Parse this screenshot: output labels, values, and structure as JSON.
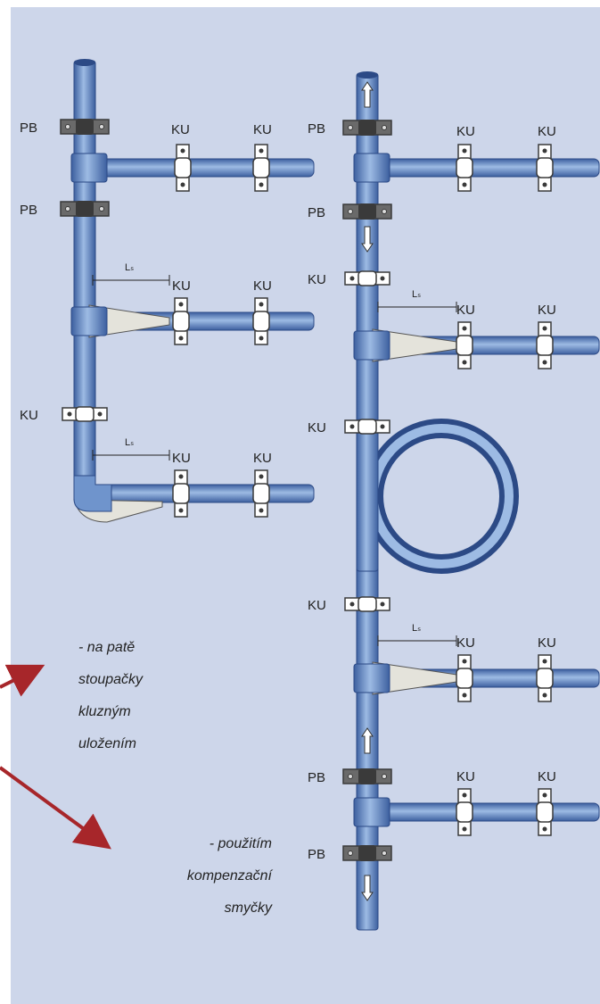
{
  "colors": {
    "background": "#cdd6ea",
    "pipe_fill": "#6f94cc",
    "pipe_stroke": "#2c4a86",
    "clamp": "#3a3a3a",
    "fixed_clamp_fill": "#6a6a6a",
    "support_fill": "#e4e3db",
    "arrow_red": "#a7262a"
  },
  "labels": {
    "pb": "PB",
    "ku": "KU",
    "ls": "Lₛ"
  },
  "notes": {
    "note1": [
      "- na patě",
      "stoupačky",
      "kluzným",
      "uložením"
    ],
    "note2": [
      "- použitím",
      "kompenzační",
      "smyčky"
    ]
  },
  "icons": [
    "up-arrow-icon",
    "down-arrow-icon",
    "pipe-clamp-icon",
    "red-arrow-icon"
  ]
}
